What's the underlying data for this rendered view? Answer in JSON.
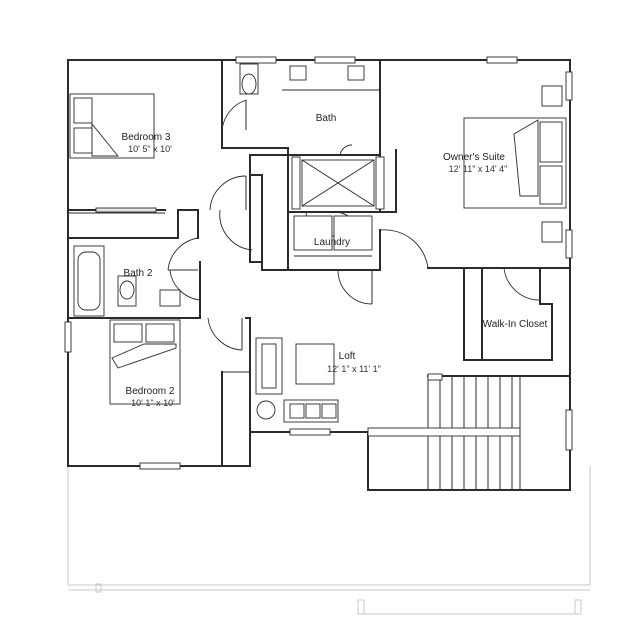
{
  "rooms": {
    "bedroom3": {
      "name": "Bedroom 3",
      "dims": "10' 5\" x 10'"
    },
    "bath": {
      "name": "Bath"
    },
    "owners_suite": {
      "name": "Owner's Suite",
      "dims": "12' 11\" x 14' 4\""
    },
    "laundry": {
      "name": "Laundry"
    },
    "bath2": {
      "name": "Bath 2"
    },
    "walk_in_closet": {
      "name": "Walk-In Closet"
    },
    "loft": {
      "name": "Loft",
      "dims": "12' 1\" x 11' 1\""
    },
    "bedroom2": {
      "name": "Bedroom 2",
      "dims": "10' 1\" x 10'"
    }
  },
  "colors": {
    "wall": "#2b2b2b",
    "porch": "#c9c9c9",
    "fixture_fill": "#e6e6e6"
  }
}
